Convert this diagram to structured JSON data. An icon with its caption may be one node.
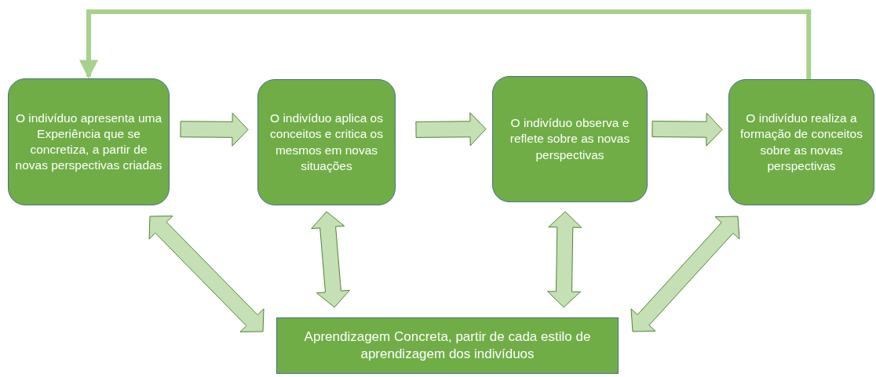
{
  "diagram": {
    "nodes": [
      {
        "text": [
          "O indivíduo apresenta uma Experiência que se concretiza, a partir de novas perspectivas criadas"
        ]
      },
      {
        "text": [
          "O indivíduo aplica os conceitos e critica os mesmos em novas situações"
        ]
      },
      {
        "text": [
          "O indivíduo observa e reflete sobre as novas perspectivas"
        ]
      },
      {
        "text": [
          "O indivíduo realiza a formação de conceitos sobre as novas perspectivas"
        ]
      },
      {
        "text": [
          "Aprendizagem Concreta, partir de cada estilo de aprendizagem dos indivíduos"
        ]
      }
    ],
    "edges": [
      {
        "from": 0,
        "to": 1,
        "arrow": "to"
      },
      {
        "from": 1,
        "to": 2,
        "arrow": "to"
      },
      {
        "from": 2,
        "to": 3,
        "arrow": "to"
      },
      {
        "from": 3,
        "to": 0,
        "arrow": "to"
      },
      {
        "from": 0,
        "to": 4,
        "arrow": "both"
      },
      {
        "from": 1,
        "to": 4,
        "arrow": "both"
      },
      {
        "from": 2,
        "to": 4,
        "arrow": "both"
      },
      {
        "from": 3,
        "to": 4,
        "arrow": "both"
      }
    ]
  }
}
